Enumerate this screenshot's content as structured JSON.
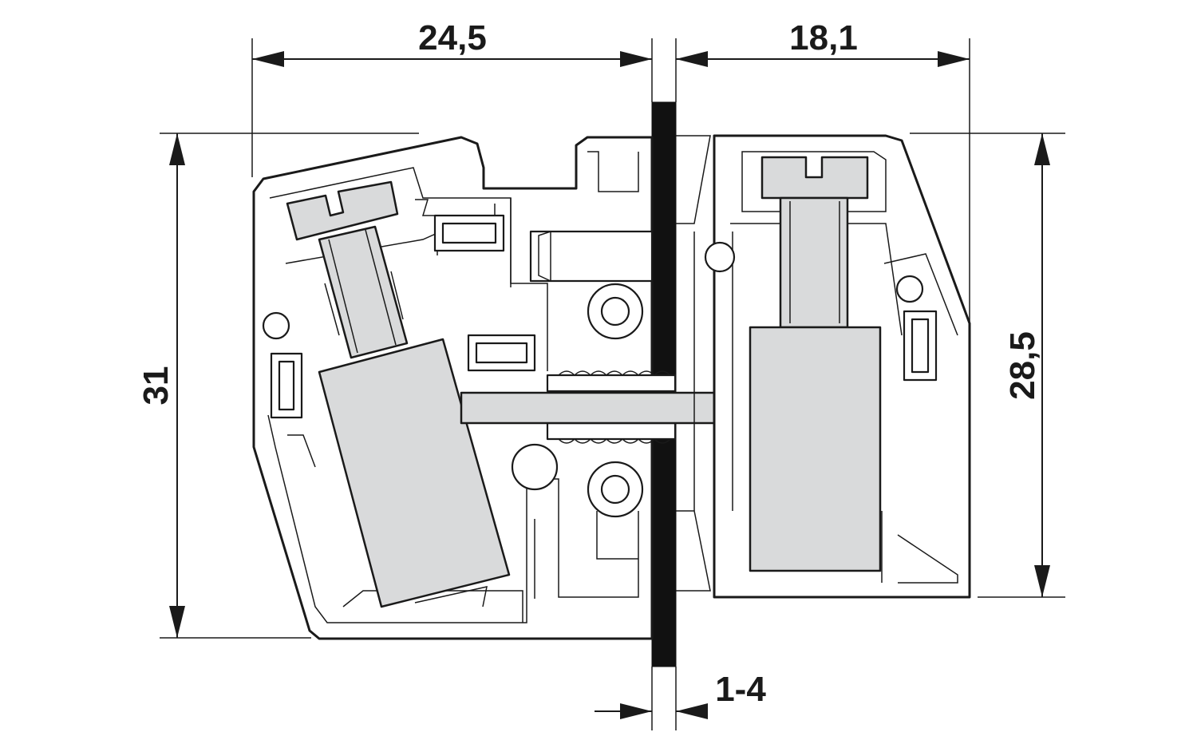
{
  "dimensions": {
    "left_width": "24,5",
    "right_width": "18,1",
    "left_height": "31",
    "right_height": "28,5",
    "panel_thickness": "1-4"
  },
  "colors": {
    "line": "#1a1a1a",
    "part_fill": "#d9dadb",
    "panel": "#111111",
    "background": "#ffffff"
  }
}
